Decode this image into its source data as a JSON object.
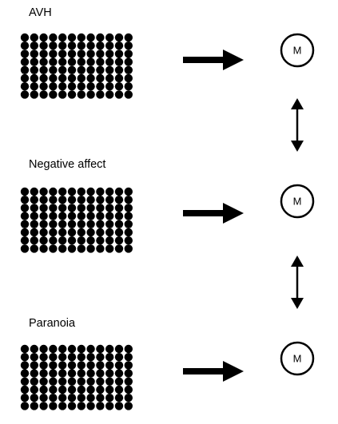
{
  "rows": [
    {
      "label": "AVH",
      "node_label": "M"
    },
    {
      "label": "Negative affect",
      "node_label": "M"
    },
    {
      "label": "Paranoia",
      "node_label": "M"
    }
  ],
  "grid": {
    "columns": 12,
    "rows": 8
  },
  "links": [
    {
      "from": 0,
      "to": 1,
      "type": "bidirectional"
    },
    {
      "from": 1,
      "to": 2,
      "type": "bidirectional"
    }
  ],
  "colors": {
    "ink": "#000000",
    "background": "#ffffff"
  }
}
